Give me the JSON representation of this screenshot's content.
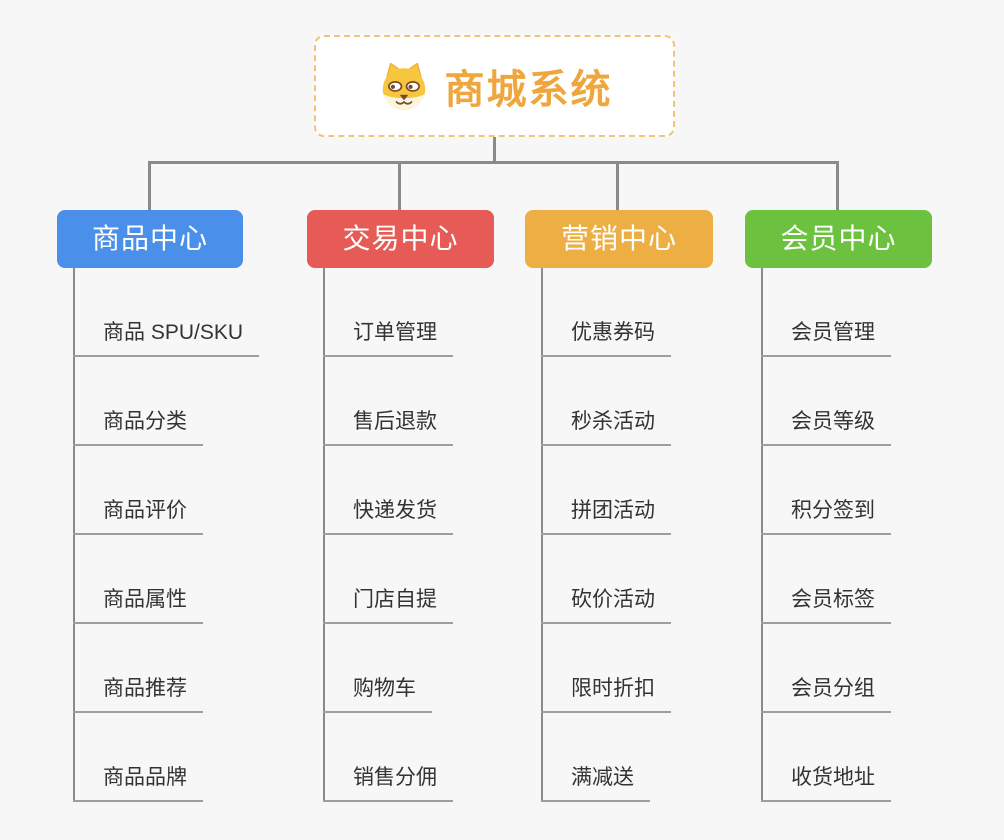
{
  "root": {
    "title": "商城系统",
    "icon": "shiba-dog-icon"
  },
  "theme": {
    "canvas_bg": "#F7F7F7",
    "root_text_color": "#F0A63E",
    "root_border_color": "#F1C478",
    "connector_color": "#8A8A8A",
    "underline_color": "#9E9E9E",
    "child_text_color": "#333333"
  },
  "branches": [
    {
      "label": "商品中心",
      "color": "#4A8FE9",
      "children": [
        "商品 SPU/SKU",
        "商品分类",
        "商品评价",
        "商品属性",
        "商品推荐",
        "商品品牌"
      ]
    },
    {
      "label": "交易中心",
      "color": "#E65B55",
      "children": [
        "订单管理",
        "售后退款",
        "快递发货",
        "门店自提",
        "购物车",
        "销售分佣"
      ]
    },
    {
      "label": "营销中心",
      "color": "#EDAE43",
      "children": [
        "优惠券码",
        "秒杀活动",
        "拼团活动",
        "砍价活动",
        "限时折扣",
        "满减送"
      ]
    },
    {
      "label": "会员中心",
      "color": "#6CC13E",
      "children": [
        "会员管理",
        "会员等级",
        "积分签到",
        "会员标签",
        "会员分组",
        "收货地址"
      ]
    }
  ]
}
